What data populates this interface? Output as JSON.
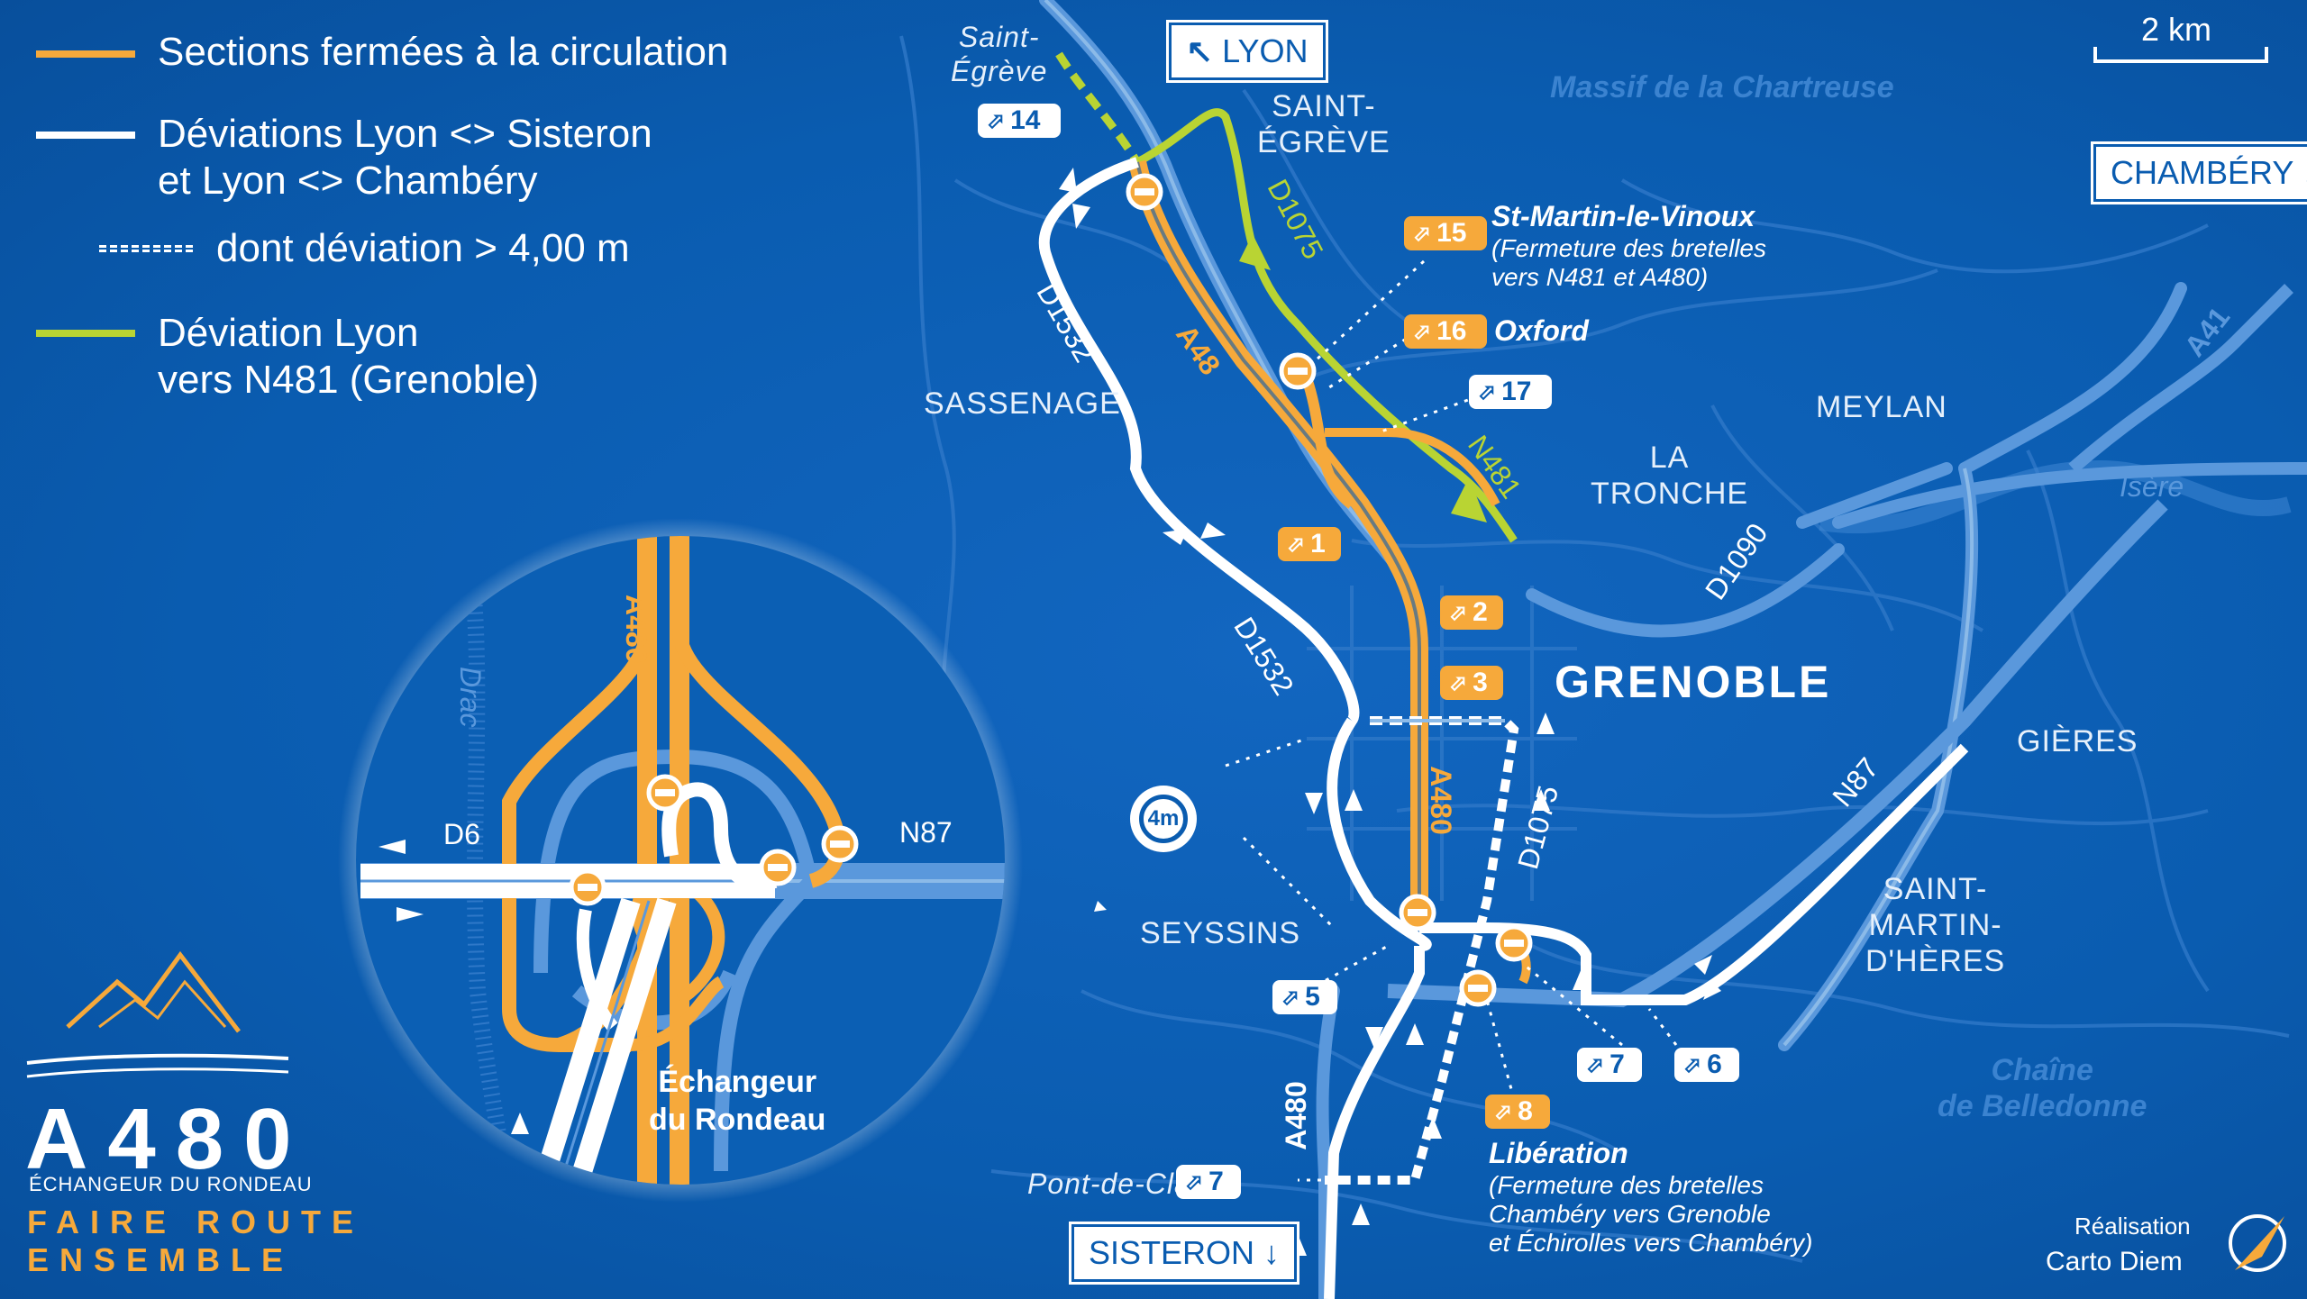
{
  "legend": {
    "closed_sections": "Sections fermées à la circulation",
    "detour_line1": "Déviations Lyon <> Sisteron",
    "detour_line2": "et Lyon <> Chambéry",
    "detour_height": "dont déviation > 4,00 m",
    "green_line1": "Déviation Lyon",
    "green_line2": "vers N481 (Grenoble)"
  },
  "colors": {
    "background": "#0a5cb0",
    "closed": "#f6a93b",
    "detour": "#ffffff",
    "green": "#b9d433",
    "roads": "#4f8fd6"
  },
  "scale": "2 km",
  "signs": {
    "lyon": "LYON",
    "chambery": "CHAMBÉRY",
    "sisteron": "SISTERON"
  },
  "places": {
    "saint_egreve_small": "Saint-\nÉgrève",
    "saint_egreve": "SAINT-\nÉGRÈVE",
    "sassenage": "SASSENAGE",
    "meylan": "MEYLAN",
    "la_tronche": "LA\nTRONCHE",
    "grenoble": "GRENOBLE",
    "gieres": "GIÈRES",
    "smh": "SAINT-\nMARTIN-\nD'HÈRES",
    "seyssins": "SEYSSINS",
    "pont_de_claix": "Pont-de-Claix",
    "isere": "Isère",
    "massif": "Massif de la Chartreuse",
    "belledonne": "Chaîne\nde Belledonne",
    "drac": "Drac"
  },
  "roads": {
    "d1075": "D1075",
    "d1532": "D1532",
    "a48": "A48",
    "n481": "N481",
    "a41": "A41",
    "d1090": "D1090",
    "a480": "A480",
    "n87": "N87",
    "d6": "D6"
  },
  "exits": {
    "e14": "14",
    "e15": "15",
    "e16": "16",
    "e17": "17",
    "e1": "1",
    "e2": "2",
    "e3": "3",
    "e5": "5",
    "e7": "7",
    "e6": "6",
    "e8": "8",
    "e7b": "7"
  },
  "notes": {
    "stmartin_title": "St-Martin-le-Vinoux",
    "stmartin_body": "(Fermeture des bretelles\nvers N481 et A480)",
    "oxford": "Oxford",
    "liberation_title": "Libération",
    "liberation_body": "(Fermeture des bretelles\nChambéry vers Grenoble\net Échirolles vers Chambéry)"
  },
  "height_limit": "4m",
  "inset": {
    "title": "Échangeur\ndu Rondeau"
  },
  "brand": {
    "name": "A480",
    "subtitle": "ÉCHANGEUR DU RONDEAU",
    "slogan1": "FAIRE ROUTE",
    "slogan2": "ENSEMBLE"
  },
  "credit": {
    "line1": "Réalisation",
    "line2": "Carto Diem"
  }
}
